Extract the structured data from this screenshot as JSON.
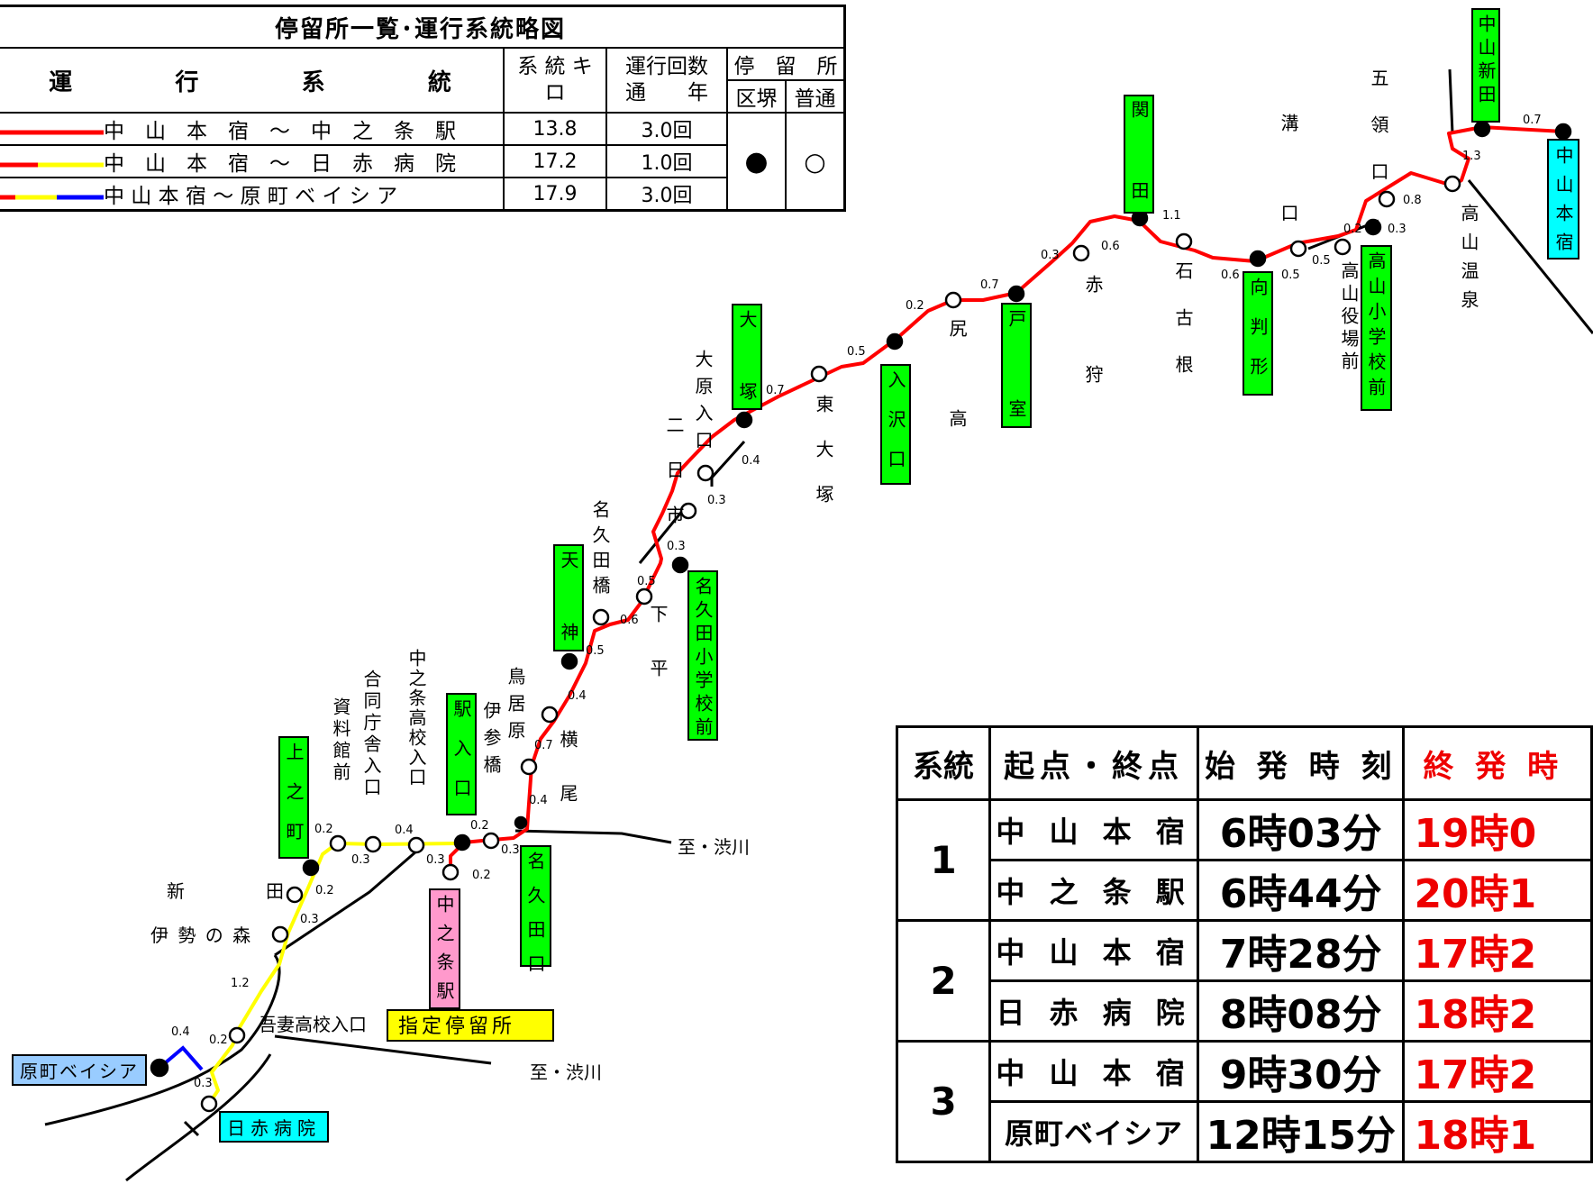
{
  "table": {
    "title": "停留所一覧･運行系統略図",
    "col_route": [
      "運",
      "行",
      "系",
      "統"
    ],
    "col_km": "系 統 キ ロ",
    "col_km_a": "系 統 キ",
    "col_km_b": "ロ",
    "col_runs_a": "運行回数",
    "col_runs_b": "通　　年",
    "col_stop": "停　留　所",
    "col_kyokai": "区堺",
    "col_futsu": "普通",
    "routes": [
      {
        "name": "中　山　本　宿　～　中　之　条　駅",
        "km": "13.8",
        "runs": "3.0回",
        "colors": [
          "#ff0000"
        ]
      },
      {
        "name": "中　山　本　宿　～　日　赤　病　院",
        "km": "17.2",
        "runs": "1.0回",
        "colors": [
          "#ff0000",
          "#ffff00"
        ]
      },
      {
        "name": "中 山 本 宿 ～ 原 町 ベ イ シ ア",
        "km": "17.9",
        "runs": "3.0回",
        "colors": [
          "#ff0000",
          "#ffff00",
          "#0000ff"
        ]
      }
    ],
    "filled_symbol": "●",
    "open_symbol": "○"
  },
  "timetable": {
    "headers": [
      "系統",
      "起点・終点",
      "始 発 時 刻",
      "終 発 時"
    ],
    "rows": [
      {
        "num": "1",
        "stops": [
          {
            "stop": "中 山 本 宿",
            "first": "6時03分",
            "last": "19時0"
          },
          {
            "stop": "中 之 条 駅",
            "first": "6時44分",
            "last": "20時1"
          }
        ]
      },
      {
        "num": "2",
        "stops": [
          {
            "stop": "中 山 本 宿",
            "first": "7時28分",
            "last": "17時2"
          },
          {
            "stop": "日 赤 病 院",
            "first": "8時08分",
            "last": "18時2"
          }
        ]
      },
      {
        "num": "3",
        "stops": [
          {
            "stop": "中 山 本 宿",
            "first": "9時30分",
            "last": "17時2"
          },
          {
            "stop": "原町ベイシア",
            "first": "12時15分",
            "last": "18時1"
          }
        ]
      }
    ]
  },
  "map": {
    "legend_designated": "指定停留所",
    "to_shibukawa_1": "至・渋川",
    "to_shibukawa_2": "至・渋川",
    "boxed_stops": {
      "nakayama_shinden": "中山新田",
      "nakayama_honjuku": "中山本宿",
      "sekida": "関田",
      "takayama_school": "高山小学校前",
      "mukaihangata": "向判形",
      "tomuro": "戸室",
      "irisawaguchi": "入沢口",
      "otsuka": "大塚",
      "tenjin": "天神",
      "nakuta_school": "名久田小学校前",
      "nakuta_guchi": "名久田口",
      "ekiiriguchi": "駅入口",
      "nakanojo_eki": "中之条駅",
      "kaminomachi": "上之町",
      "haramachi_beisia": "原町ベイシア",
      "nisseki_byoin": "日赤病院"
    },
    "plain_stops": {
      "goryoguchi": "五領口",
      "mizoguchi": "溝口",
      "takayama_onsen": "高山温泉",
      "takayama_yakuba": "高山役場前",
      "ishifurune": "石古根",
      "akagari": "赤狩",
      "shiritaka": "尻高",
      "higashiotsuka": "東大塚",
      "ohara_iriguchi": "大原入口",
      "futsukaichi": "二日市",
      "nakuta_bashi": "名久田橋",
      "shimodaira": "下平",
      "yokoo": "横尾",
      "toriibara": "鳥居原",
      "isesanbashi": "伊参橋",
      "nakanojo_koukou": "中之条高校入口",
      "godo_chousha": "合同庁舎入口",
      "shiryoukan": "資料館前",
      "shinden": "新　　　　田",
      "isenomori": "伊 勢 の 森",
      "agatsuma_koukou": "吾妻高校入口"
    },
    "distances": [
      "0.7",
      "1.3",
      "0.8",
      "0.2",
      "0.3",
      "0.5",
      "0.5",
      "0.6",
      "1.1",
      "0.6",
      "0.3",
      "0.7",
      "0.2",
      "0.5",
      "0.7",
      "0.4",
      "0.3",
      "0.3",
      "0.5",
      "0.6",
      "0.5",
      "0.4",
      "0.7",
      "0.4",
      "0.2",
      "0.3",
      "0.3",
      "0.2",
      "0.4",
      "0.3",
      "0.2",
      "0.2",
      "0.3",
      "1.2",
      "0.2",
      "0.4",
      "0.3"
    ]
  }
}
